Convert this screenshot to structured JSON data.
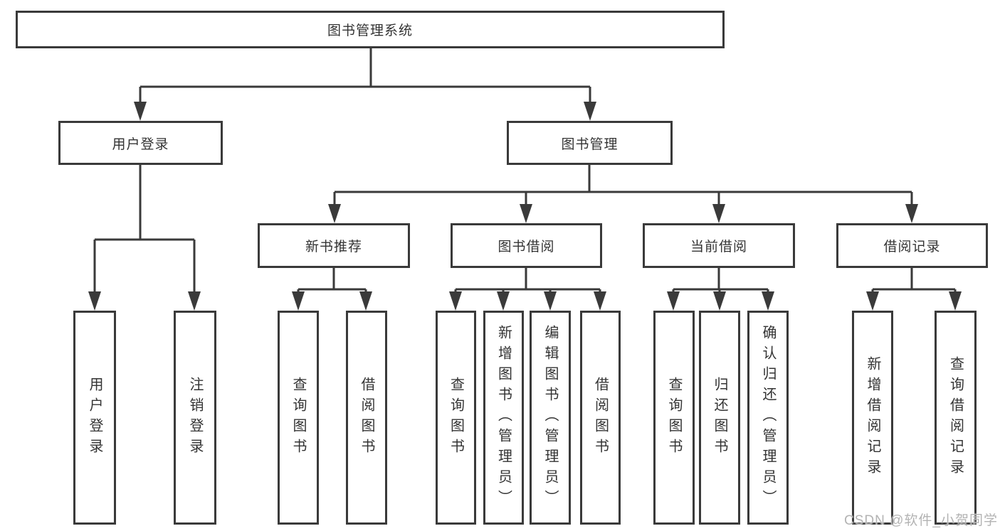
{
  "diagram": {
    "title": "图书管理系统",
    "tree": {
      "label": "图书管理系统",
      "children": [
        {
          "label": "用户登录",
          "children": [
            {
              "label": "用户登录"
            },
            {
              "label": "注销登录"
            }
          ]
        },
        {
          "label": "图书管理",
          "children": [
            {
              "label": "新书推荐",
              "children": [
                {
                  "label": "查询图书"
                },
                {
                  "label": "借阅图书"
                }
              ]
            },
            {
              "label": "图书借阅",
              "children": [
                {
                  "label": "查询图书"
                },
                {
                  "label": "新增图书（管理员）"
                },
                {
                  "label": "编辑图书（管理员）"
                },
                {
                  "label": "借阅图书"
                }
              ]
            },
            {
              "label": "当前借阅",
              "children": [
                {
                  "label": "查询图书"
                },
                {
                  "label": "归还图书"
                },
                {
                  "label": "确认归还（管理员）"
                }
              ]
            },
            {
              "label": "借阅记录",
              "children": [
                {
                  "label": "新增借阅记录"
                },
                {
                  "label": "查询借阅记录"
                }
              ]
            }
          ]
        }
      ]
    },
    "colors": {
      "line": "#3a3a3a",
      "text": "#333333",
      "background": "#ffffff",
      "watermark": "#b3b3b3"
    }
  },
  "watermark": {
    "text": "CSDN @软件_小贺同学"
  }
}
